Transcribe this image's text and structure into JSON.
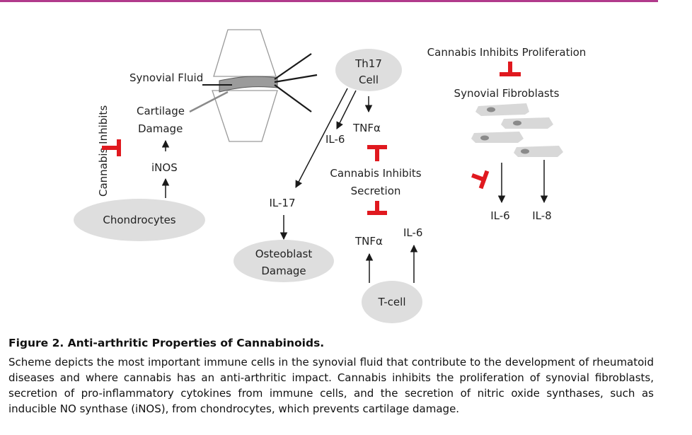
{
  "colors": {
    "top_bar": "#b13a8c",
    "inhibit": "#e0191f",
    "node_fill": "#dedede",
    "cell_fill": "#d8d8d8",
    "line": "#1a1a1a"
  },
  "diagram": {
    "joint": {
      "synovial_fluid": "Synovial Fluid",
      "cartilage_damage_1": "Cartilage",
      "cartilage_damage_2": "Damage"
    },
    "cannabis_inhibits_vertical": "Cannabis Inhibits",
    "inos": "iNOS",
    "chondrocytes": "Chondrocytes",
    "th17_1": "Th17",
    "th17_2": "Cell",
    "il6_th17": "IL-6",
    "tnfa_th17": "TNFα",
    "cannabis_inhibits_secretion_1": "Cannabis Inhibits",
    "cannabis_inhibits_secretion_2": "Secretion",
    "il17": "IL-17",
    "osteoblast_1": "Osteoblast",
    "osteoblast_2": "Damage",
    "tnfa_tcell": "TNFα",
    "il6_tcell": "IL-6",
    "tcell": "T-cell",
    "cannabis_inhibits_proliferation": "Cannabis Inhibits Proliferation",
    "synovial_fibroblasts": "Synovial Fibroblasts",
    "il6_fib": "IL-6",
    "il8_fib": "IL-8"
  },
  "caption": {
    "title": "Figure 2. Anti-arthritic Properties of Cannabinoids.",
    "body": "Scheme depicts the most important immune cells in the synovial fluid that contribute to the development of rheumatoid diseases and where cannabis has an anti-arthritic impact. Cannabis inhibits the proliferation of synovial fibroblasts, secretion of pro-inflammatory cytokines from immune cells, and the secretion of nitric oxide synthases, such as inducible NO synthase (iNOS), from chondrocytes, which prevents cartilage damage."
  }
}
